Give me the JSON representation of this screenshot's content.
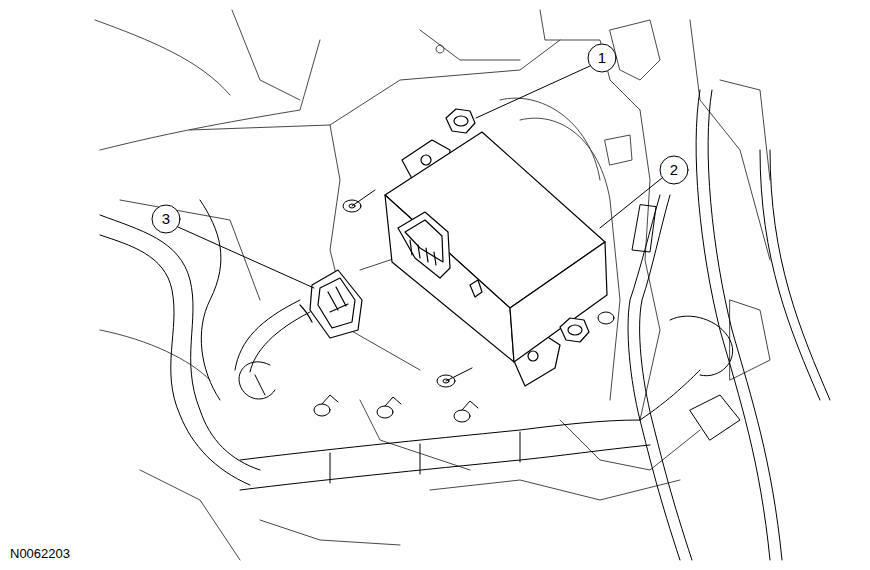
{
  "diagram": {
    "labels": [
      "1",
      "2",
      "3",
      "N0062203"
    ]
  }
}
